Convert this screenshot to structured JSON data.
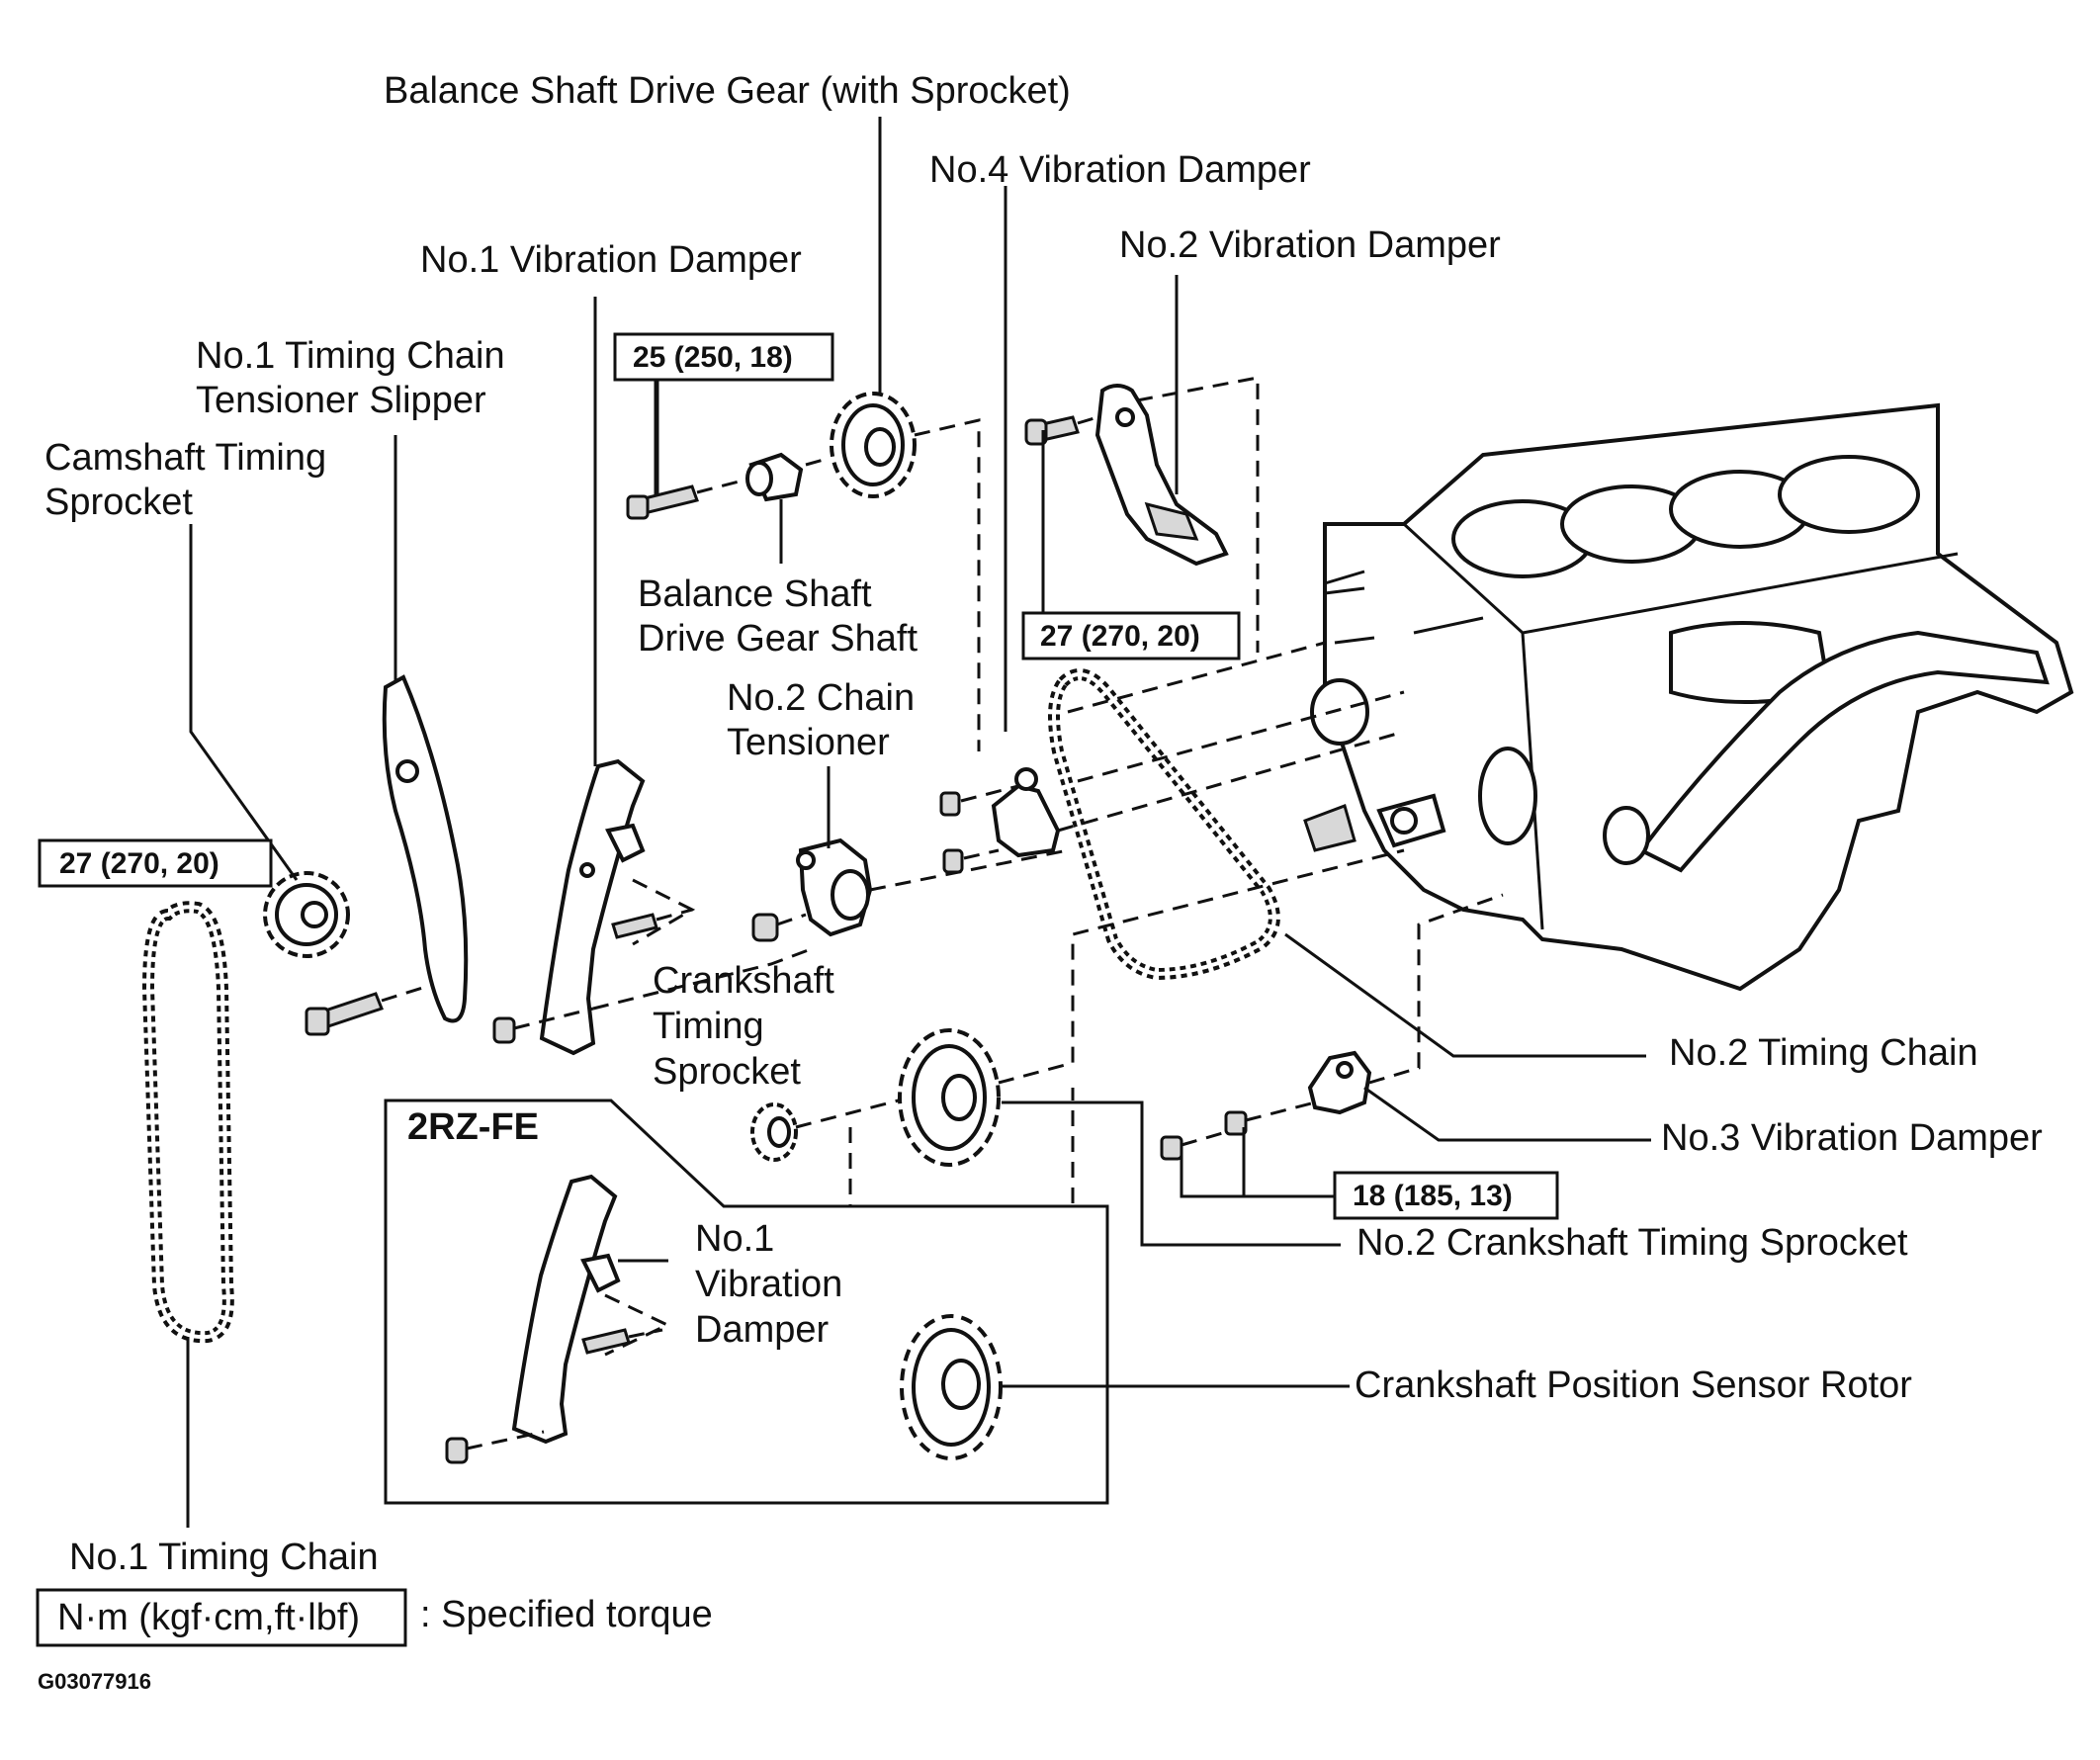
{
  "labels": {
    "balance_shaft_drive_gear": "Balance Shaft Drive Gear (with Sprocket)",
    "no4_vibration_damper": "No.4 Vibration Damper",
    "no2_vibration_damper": "No.2 Vibration Damper",
    "no1_vibration_damper": "No.1 Vibration Damper",
    "no1_tensioner_slipper_line1": "No.1 Timing Chain",
    "no1_tensioner_slipper_line2": "Tensioner Slipper",
    "camshaft_sprocket_line1": "Camshaft Timing",
    "camshaft_sprocket_line2": "Sprocket",
    "balance_shaft_gear_shaft_line1": "Balance Shaft",
    "balance_shaft_gear_shaft_line2": "Drive Gear Shaft",
    "no2_chain_tensioner_line1": "No.2 Chain",
    "no2_chain_tensioner_line2": "Tensioner",
    "crankshaft_sprocket_line1": "Crankshaft",
    "crankshaft_sprocket_line2": "Timing",
    "crankshaft_sprocket_line3": "Sprocket",
    "no2_timing_chain": "No.2 Timing Chain",
    "no3_vibration_damper": "No.3 Vibration Damper",
    "no2_crankshaft_sprocket": "No.2 Crankshaft Timing Sprocket",
    "crankshaft_position_sensor_rotor": "Crankshaft Position Sensor Rotor",
    "no1_timing_chain": "No.1 Timing Chain",
    "inset_title": "2RZ-FE",
    "inset_damper_line1": "No.1",
    "inset_damper_line2": "Vibration",
    "inset_damper_line3": "Damper"
  },
  "torque_specs": {
    "balance_shaft_bolt": "25 (250, 18)",
    "camshaft_sprocket_bolt": "27 (270, 20)",
    "no2_damper_bolt": "27 (270, 20)",
    "no3_damper_bolts": "18 (185, 13)"
  },
  "legend": {
    "unit": "N·m (kgf·cm,ft·lbf)",
    "meaning": ": Specified torque"
  },
  "figure_code": "G03077916"
}
